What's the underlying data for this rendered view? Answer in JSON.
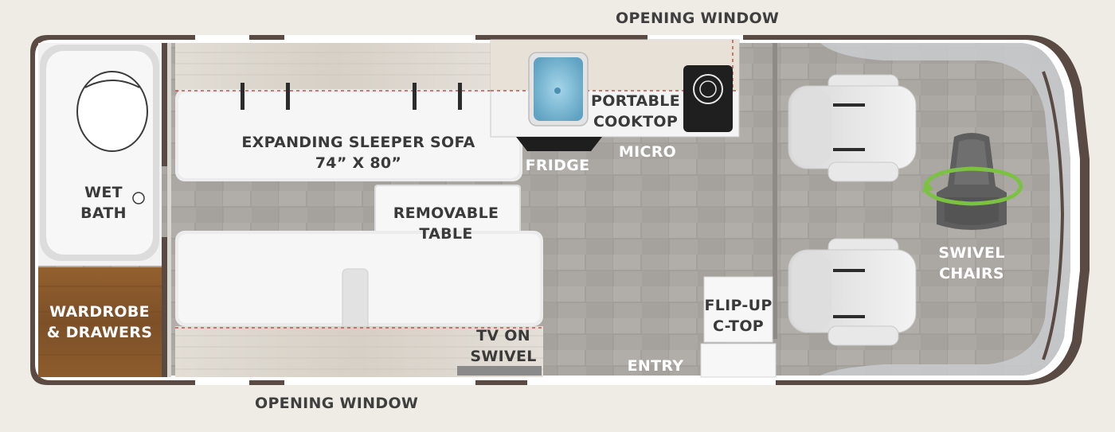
{
  "floorplan": {
    "labels": {
      "opening_window_top": "OPENING WINDOW",
      "opening_window_bottom": "OPENING WINDOW",
      "wet_bath": [
        "WET",
        "BATH"
      ],
      "wardrobe": [
        "WARDROBE",
        "& DRAWERS"
      ],
      "sleeper_sofa": [
        "EXPANDING SLEEPER SOFA",
        "74” X 80”"
      ],
      "removable_table": [
        "REMOVABLE",
        "TABLE"
      ],
      "portable_cooktop": [
        "PORTABLE",
        "COOKTOP"
      ],
      "fridge": "FRIDGE",
      "micro": "MICRO",
      "tv_on_swivel": [
        "TV ON",
        "SWIVEL"
      ],
      "entry": "ENTRY",
      "flip_up_c_top": [
        "FLIP-UP",
        "C-TOP"
      ],
      "swivel_chairs": [
        "SWIVEL",
        "CHAIRS"
      ]
    },
    "colors": {
      "background": "#efebe5",
      "floor": "#a9a5a1",
      "wall": "#5a4a44",
      "wardrobe_wood": "#8a5a2e",
      "swivel_accent": "#7cc242",
      "sink_blue": "#8cc6df"
    },
    "icons": [
      "toilet-icon",
      "sink-icon",
      "cooktop-burner-icon",
      "swivel-arrow-icon",
      "seat-icon"
    ]
  }
}
